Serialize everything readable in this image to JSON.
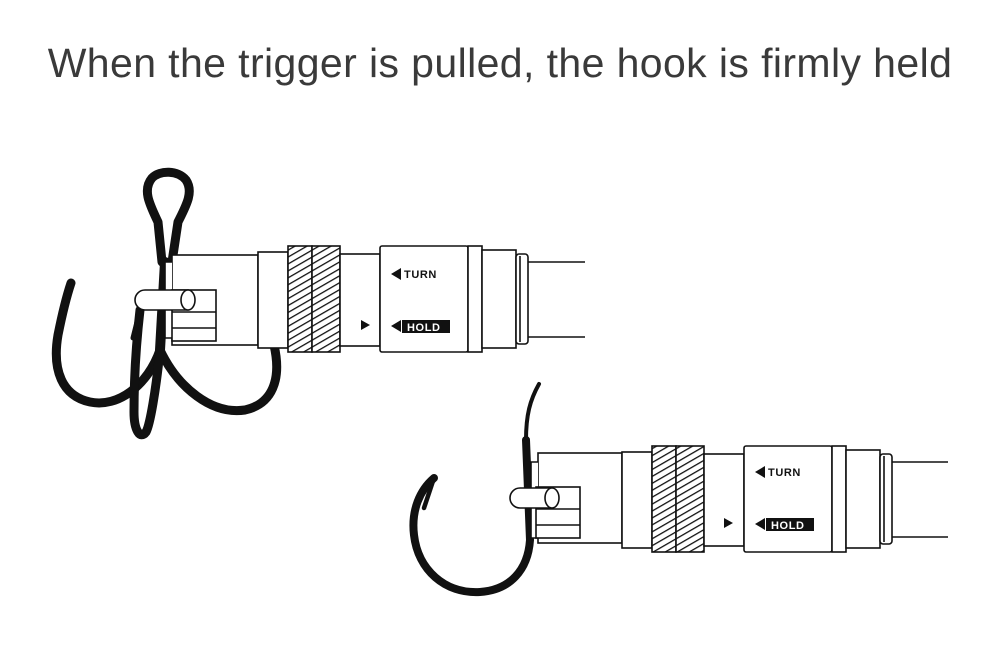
{
  "title": "When the trigger is pulled, the hook is firmly held",
  "labels": {
    "turn": "TURN",
    "hold": "HOLD"
  },
  "colors": {
    "ink": "#111111",
    "text": "#3a3a3a",
    "background": "#ffffff"
  },
  "icons": [
    "treble-hook-icon",
    "single-hook-icon",
    "arrow-left-icon",
    "arrow-right-icon"
  ]
}
